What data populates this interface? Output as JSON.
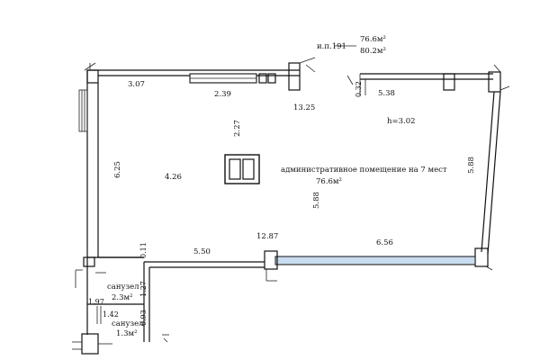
{
  "header": {
    "plot_ref": "и.п.191",
    "area_main": "76.6м²",
    "area_total": "80.2м²"
  },
  "room": {
    "name": "административное помещение на 7 мест",
    "area": "76.6м²",
    "height": "h=3.02"
  },
  "bathrooms": [
    {
      "name": "санузел",
      "area": "2.3м²"
    },
    {
      "name": "санузел",
      "area": "1.3м²"
    }
  ],
  "dimensions": {
    "top_left": "3.07",
    "top_window": "2.39",
    "center_top": "13.25",
    "top_right_small": "0.32",
    "top_right": "5.38",
    "vertical_center_top": "2.27",
    "left_height": "6.25",
    "center_left": "4.26",
    "center_vertical": "5.88",
    "right_wall": "5.88",
    "bottom_perimeter": "12.87",
    "bottom_left": "5.50",
    "bottom_glass": "6.56",
    "small_0_11": "0.11",
    "small_1_27": "1.27",
    "small_1_97": "1.97",
    "small_1_42": "1.42",
    "small_0_93": "0.93"
  },
  "colors": {
    "glass": "#c9dcf0",
    "line": "#111111"
  }
}
